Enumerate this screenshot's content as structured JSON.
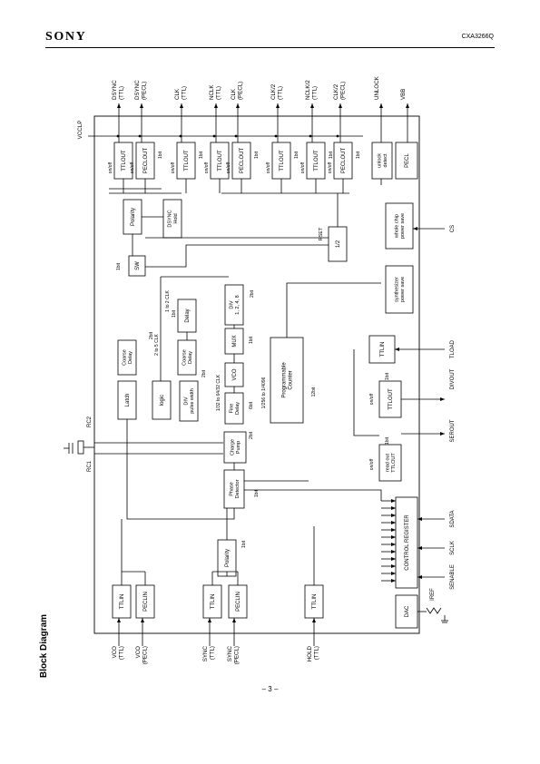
{
  "header": {
    "brand": "SONY",
    "part_number": "CXA3266Q"
  },
  "section_title": "Block Diagram",
  "page_number": "– 3 –",
  "top_pins": [
    [
      "DSYNC",
      "(TTL)"
    ],
    [
      "DSYNC",
      "(PECL)"
    ],
    [
      "CLK",
      "(TTL)"
    ],
    [
      "NCLK",
      "(TTL)"
    ],
    [
      "CLK",
      "(PECL)"
    ],
    [
      "CLK/2",
      "(TTL)"
    ],
    [
      "NCLK/2",
      "(TTL)"
    ],
    [
      "CLK/2",
      "(PECL)"
    ],
    [
      "UNLOCK"
    ],
    [
      "VBB"
    ]
  ],
  "bottom_pins": [
    [
      "VCO",
      "(TTL)"
    ],
    [
      "VCO",
      "(PECL)"
    ],
    [
      "SYNC",
      "(TTL)"
    ],
    [
      "SYNC",
      "(PECL)"
    ],
    [
      "HOLD",
      "(TTL)"
    ]
  ],
  "side_pins": {
    "vcclp": "VCCLP",
    "cs": "CS",
    "tload": "TLOAD",
    "divout": "DIVOUT",
    "serout": "SEROUT",
    "sdata": "SDATA",
    "sclk": "SCLK",
    "senable": "SENABLE",
    "iref": "IREF",
    "rc1": "RC1",
    "rc2": "RC2"
  },
  "blocks": {
    "ttlout": "TTLOUT",
    "peclout": "PECLOUT",
    "ttlin": "TTLIN",
    "peclin": "PECLIN",
    "unlock_detect": [
      "unlock",
      "detect"
    ],
    "pecl": "PECL",
    "polarity": "Polarity",
    "dsync_hold": [
      "DSYNC",
      "Hold"
    ],
    "sw": "SW",
    "half": "1/2",
    "rset": "RSET",
    "whole_chip": [
      "whole chip",
      "power save"
    ],
    "synth": [
      "synthesizer",
      "power save"
    ],
    "delay": "Delay",
    "coarse_delay": [
      "Coarse",
      "Delay"
    ],
    "latch": "Latch",
    "logic": "logic",
    "div_pulse": [
      "DIV",
      "pulse width"
    ],
    "div_124": [
      "DIV",
      "1, 2, 4, 8"
    ],
    "mux": "MUX",
    "vco": "VCO",
    "fine_delay": [
      "Fine",
      "Delay"
    ],
    "prog_counter": [
      "Programmable",
      "Counter"
    ],
    "charge_pump": [
      "Charge",
      "Pump"
    ],
    "phase_detector": [
      "Phase",
      "Detector"
    ],
    "read_out": [
      "read out",
      "TTLOUT"
    ],
    "control_register": "CONTROL REGISTER",
    "dac": "DAC"
  },
  "annotations": {
    "bit1": "1bit",
    "bit2": "2bit",
    "bit3": "3bit",
    "bit6": "6bit",
    "bit12": "12bit",
    "onoff": "on/off",
    "one_two_clk": "1 to 2 CLK",
    "two_five_clk": "2 to 5 CLK",
    "div_range": "1/32 to 64/32 CLK",
    "counter_range": "1/256 to 1/4096"
  }
}
